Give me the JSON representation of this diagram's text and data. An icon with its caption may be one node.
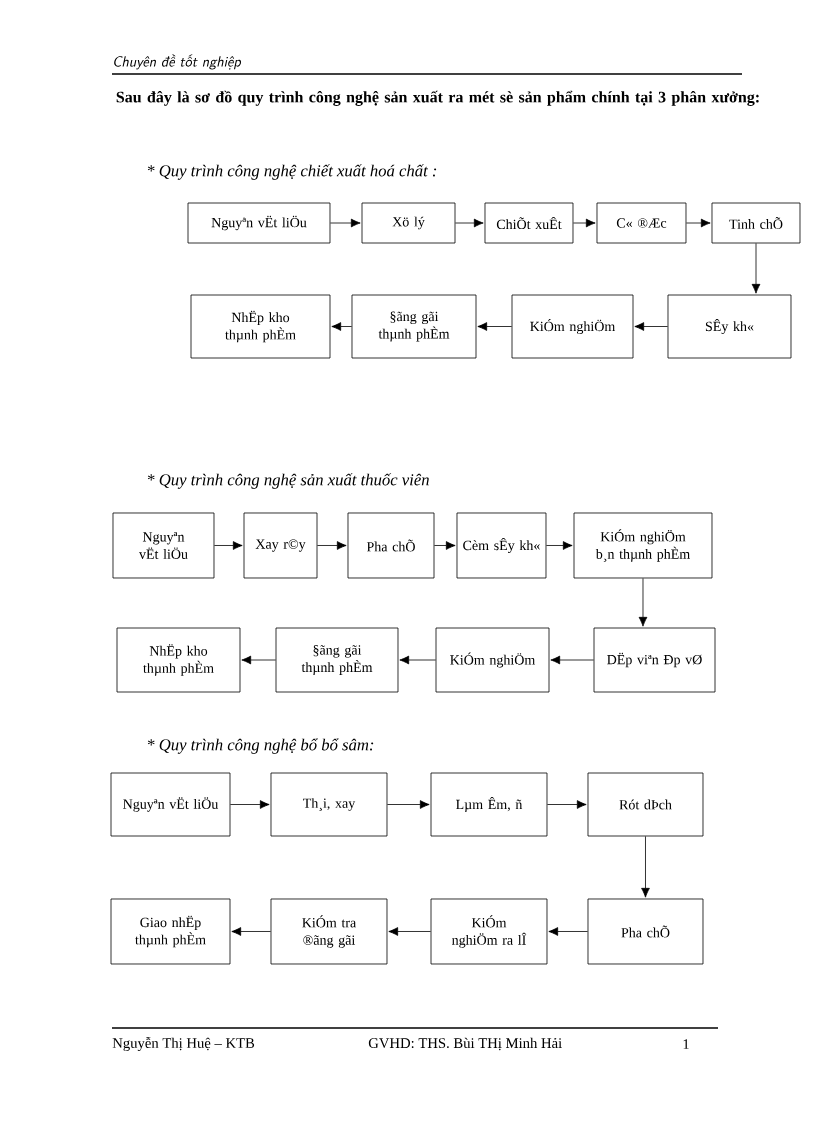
{
  "diagram": {
    "title": "Sau đây là sơ đồ quy trình công nghệ sản xuất ra mét sè sản phẩm chính tại 3 phân xưởng:",
    "nodes": [
      {
        "text": [
          "Nguyªn vËt liÖu"
        ]
      },
      {
        "text": [
          "Xö lý"
        ]
      },
      {
        "text": [
          "ChiÕt xuÊt"
        ]
      },
      {
        "text": [
          "C« ®Æc"
        ]
      },
      {
        "text": [
          "Tinh chÕ"
        ]
      },
      {
        "text": [
          "NhËp kho thµnh phÈm"
        ]
      },
      {
        "text": [
          "§ãng gãi thµnh phÈm"
        ]
      },
      {
        "text": [
          "KiÓm nghiÖm"
        ]
      },
      {
        "text": [
          "SÊy kh«"
        ]
      },
      {
        "text": [
          "Nguyªn vËt liÖu"
        ]
      },
      {
        "text": [
          "Xay r©y"
        ]
      },
      {
        "text": [
          "Pha chÕ"
        ]
      },
      {
        "text": [
          "Cèm sÊy kh«"
        ]
      },
      {
        "text": [
          "KiÓm nghiÖm b¸n thµnh phÈm"
        ]
      },
      {
        "text": [
          "NhËp kho thµnh phÈm"
        ]
      },
      {
        "text": [
          "§ãng gãi thµnh phÈm"
        ]
      },
      {
        "text": [
          "KiÓm nghiÖm"
        ]
      },
      {
        "text": [
          "DËp viªn Ðp vØ"
        ]
      },
      {
        "text": [
          "Nguyªn vËt liÖu"
        ]
      },
      {
        "text": [
          "Th¸i, xay"
        ]
      },
      {
        "text": [
          "Lµm Êm, ñ"
        ]
      },
      {
        "text": [
          "Rót dÞch"
        ]
      },
      {
        "text": [
          "Giao nhËp thµnh phÈm"
        ]
      },
      {
        "text": [
          "KiÓm tra ®ãng gãi"
        ]
      },
      {
        "text": [
          "KiÓm nghiÖm ra lÎ"
        ]
      },
      {
        "text": [
          "Pha chÕ"
        ]
      }
    ],
    "edges": [
      {
        "from": 0,
        "to": 1,
        "arrow": "to"
      },
      {
        "from": 1,
        "to": 2,
        "arrow": "to"
      },
      {
        "from": 2,
        "to": 3,
        "arrow": "to"
      },
      {
        "from": 3,
        "to": 4,
        "arrow": "to"
      },
      {
        "from": 4,
        "to": 8,
        "arrow": "to"
      },
      {
        "from": 8,
        "to": 7,
        "arrow": "to"
      },
      {
        "from": 7,
        "to": 6,
        "arrow": "to"
      },
      {
        "from": 6,
        "to": 5,
        "arrow": "to"
      },
      {
        "from": 9,
        "to": 10,
        "arrow": "to"
      },
      {
        "from": 10,
        "to": 11,
        "arrow": "to"
      },
      {
        "from": 11,
        "to": 12,
        "arrow": "to"
      },
      {
        "from": 12,
        "to": 13,
        "arrow": "to"
      },
      {
        "from": 13,
        "to": 17,
        "arrow": "to"
      },
      {
        "from": 17,
        "to": 16,
        "arrow": "to"
      },
      {
        "from": 16,
        "to": 15,
        "arrow": "to"
      },
      {
        "from": 15,
        "to": 14,
        "arrow": "to"
      },
      {
        "from": 18,
        "to": 19,
        "arrow": "to"
      },
      {
        "from": 19,
        "to": 20,
        "arrow": "to"
      },
      {
        "from": 20,
        "to": 21,
        "arrow": "to"
      },
      {
        "from": 21,
        "to": 25,
        "arrow": "to"
      },
      {
        "from": 25,
        "to": 24,
        "arrow": "to"
      },
      {
        "from": 24,
        "to": 23,
        "arrow": "to"
      },
      {
        "from": 23,
        "to": 22,
        "arrow": "to"
      }
    ],
    "labels": [
      "Chuyên đề tốt nghiệp",
      "* Quy trình công nghệ chiết xuất hoá chất :",
      "* Quy trình công nghệ sản xuất thuốc viên",
      "* Quy trình công nghệ bổ bổ sâm:",
      "Nguyễn Thị Huệ – KTB",
      "GVHD: THS. Bùi THị Minh Hải",
      "1"
    ]
  }
}
